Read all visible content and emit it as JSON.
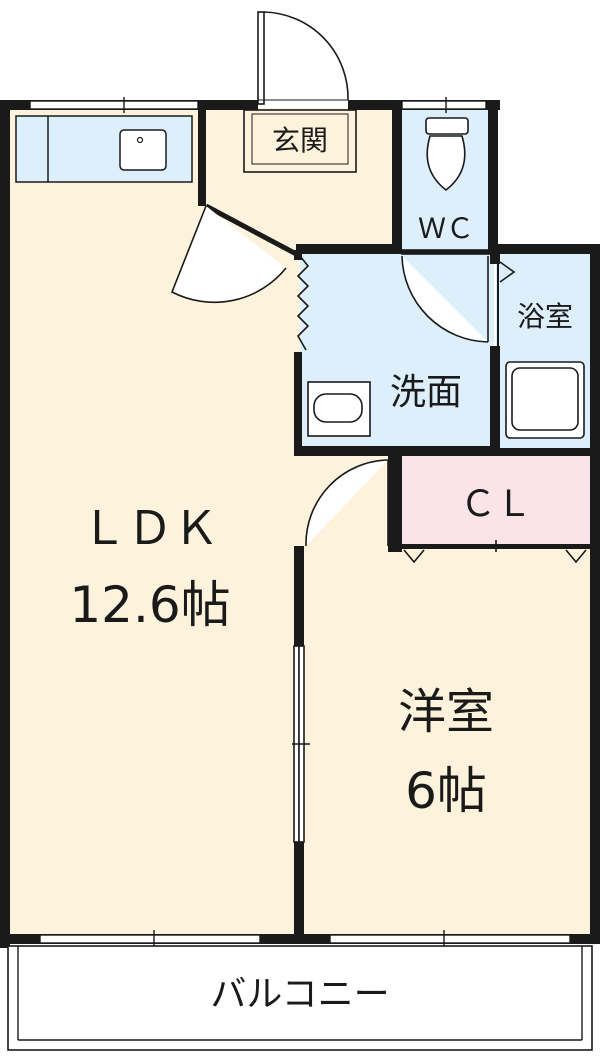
{
  "rooms": {
    "ldk": {
      "name": "ＬＤＫ",
      "size": "12.6帖"
    },
    "western": {
      "name": "洋室",
      "size": "6帖"
    },
    "entrance": "玄関",
    "toilet": "ＷＣ",
    "washroom": "洗面",
    "bath": "浴室",
    "closet": "ＣＬ",
    "balcony": "バルコニー"
  },
  "colors": {
    "floor": "#fdf3dc",
    "wet_area": "#ddeffa",
    "closet": "#fbe3ea",
    "wall": "#1a1a1a",
    "balcony": "#ffffff"
  }
}
